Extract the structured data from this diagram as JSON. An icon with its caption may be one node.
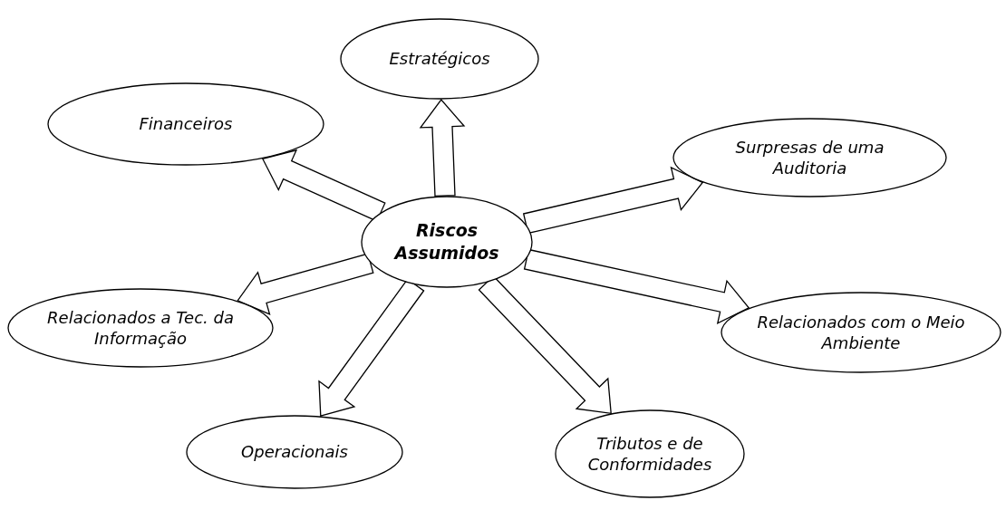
{
  "diagram": {
    "nodes": [
      {
        "text": [
          "Riscos Assumidos"
        ]
      },
      {
        "text": [
          "Estratégicos"
        ]
      },
      {
        "text": [
          "Financeiros"
        ]
      },
      {
        "text": [
          "Surpresas de uma Auditoria"
        ]
      },
      {
        "text": [
          "Relacionados a Tec. da Informação"
        ]
      },
      {
        "text": [
          "Relacionados com o Meio Ambiente"
        ]
      },
      {
        "text": [
          "Operacionais"
        ]
      },
      {
        "text": [
          "Tributos e de Conformidades"
        ]
      }
    ],
    "edges": [
      {
        "from": 0,
        "to": 1,
        "arrow": "to"
      },
      {
        "from": 0,
        "to": 2,
        "arrow": "to"
      },
      {
        "from": 0,
        "to": 3,
        "arrow": "to"
      },
      {
        "from": 0,
        "to": 4,
        "arrow": "to"
      },
      {
        "from": 0,
        "to": 5,
        "arrow": "to"
      },
      {
        "from": 0,
        "to": 6,
        "arrow": "to"
      },
      {
        "from": 0,
        "to": 7,
        "arrow": "to"
      }
    ]
  }
}
